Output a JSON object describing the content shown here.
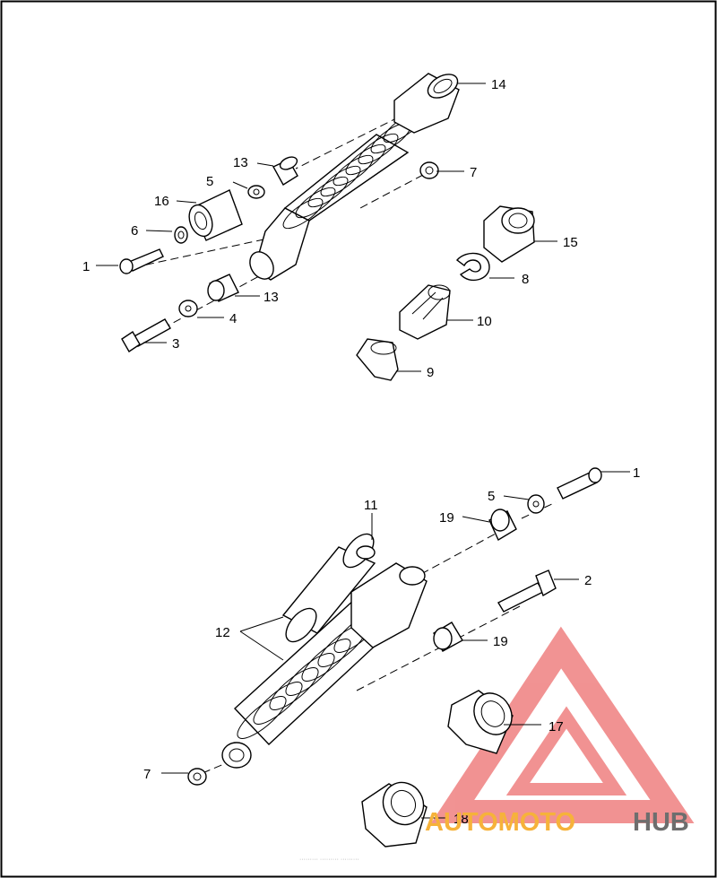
{
  "callouts": {
    "c1a": "1",
    "c3": "3",
    "c4": "4",
    "c5a": "5",
    "c6": "6",
    "c7a": "7",
    "c8": "8",
    "c9": "9",
    "c10": "10",
    "c13a": "13",
    "c13b": "13",
    "c14": "14",
    "c15": "15",
    "c16": "16",
    "c1b": "1",
    "c2": "2",
    "c5b": "5",
    "c7b": "7",
    "c11": "11",
    "c12": "12",
    "c17": "17",
    "c18": "18",
    "c19a": "19",
    "c19b": "19"
  },
  "watermark": {
    "part1": "AUTOMOTO",
    "part2": "HUB",
    "colors": {
      "triangle": "#e63a3a",
      "auto_moto": "#f6b23a",
      "hub": "#6e6e6e"
    }
  },
  "footer_text": "·········  ·········  ·········"
}
